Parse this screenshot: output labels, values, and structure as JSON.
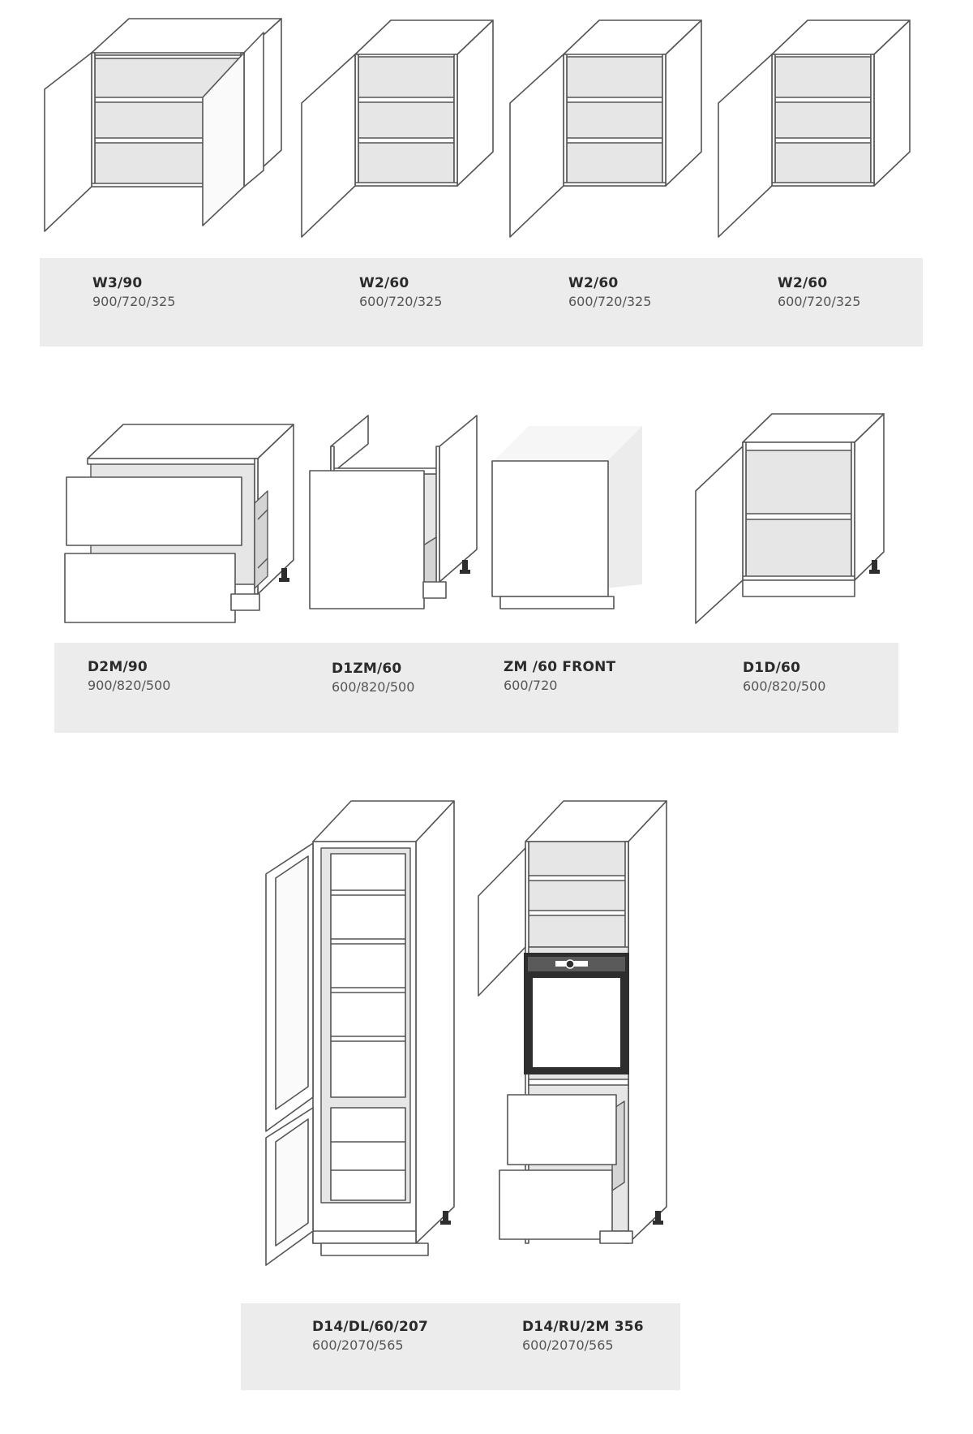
{
  "rows": [
    {
      "items": [
        {
          "code": "W3/90",
          "dims": "900/720/325"
        },
        {
          "code": "W2/60",
          "dims": "600/720/325"
        },
        {
          "code": "W2/60",
          "dims": "600/720/325"
        },
        {
          "code": "W2/60",
          "dims": "600/720/325"
        }
      ]
    },
    {
      "items": [
        {
          "code": "D2M/90",
          "dims": "900/820/500"
        },
        {
          "code": "D1ZM/60",
          "dims": "600/820/500"
        },
        {
          "code": "ZM /60 FRONT",
          "dims": "600/720"
        },
        {
          "code": "D1D/60",
          "dims": "600/820/500"
        }
      ]
    },
    {
      "items": [
        {
          "code": "D14/DL/60/207",
          "dims": "600/2070/565"
        },
        {
          "code": "D14/RU/2M 356",
          "dims": "600/2070/565"
        }
      ]
    }
  ],
  "colors": {
    "band": "#ececec",
    "line": "#555555",
    "panel": "#ffffff",
    "interior": "#e6e6e6"
  }
}
